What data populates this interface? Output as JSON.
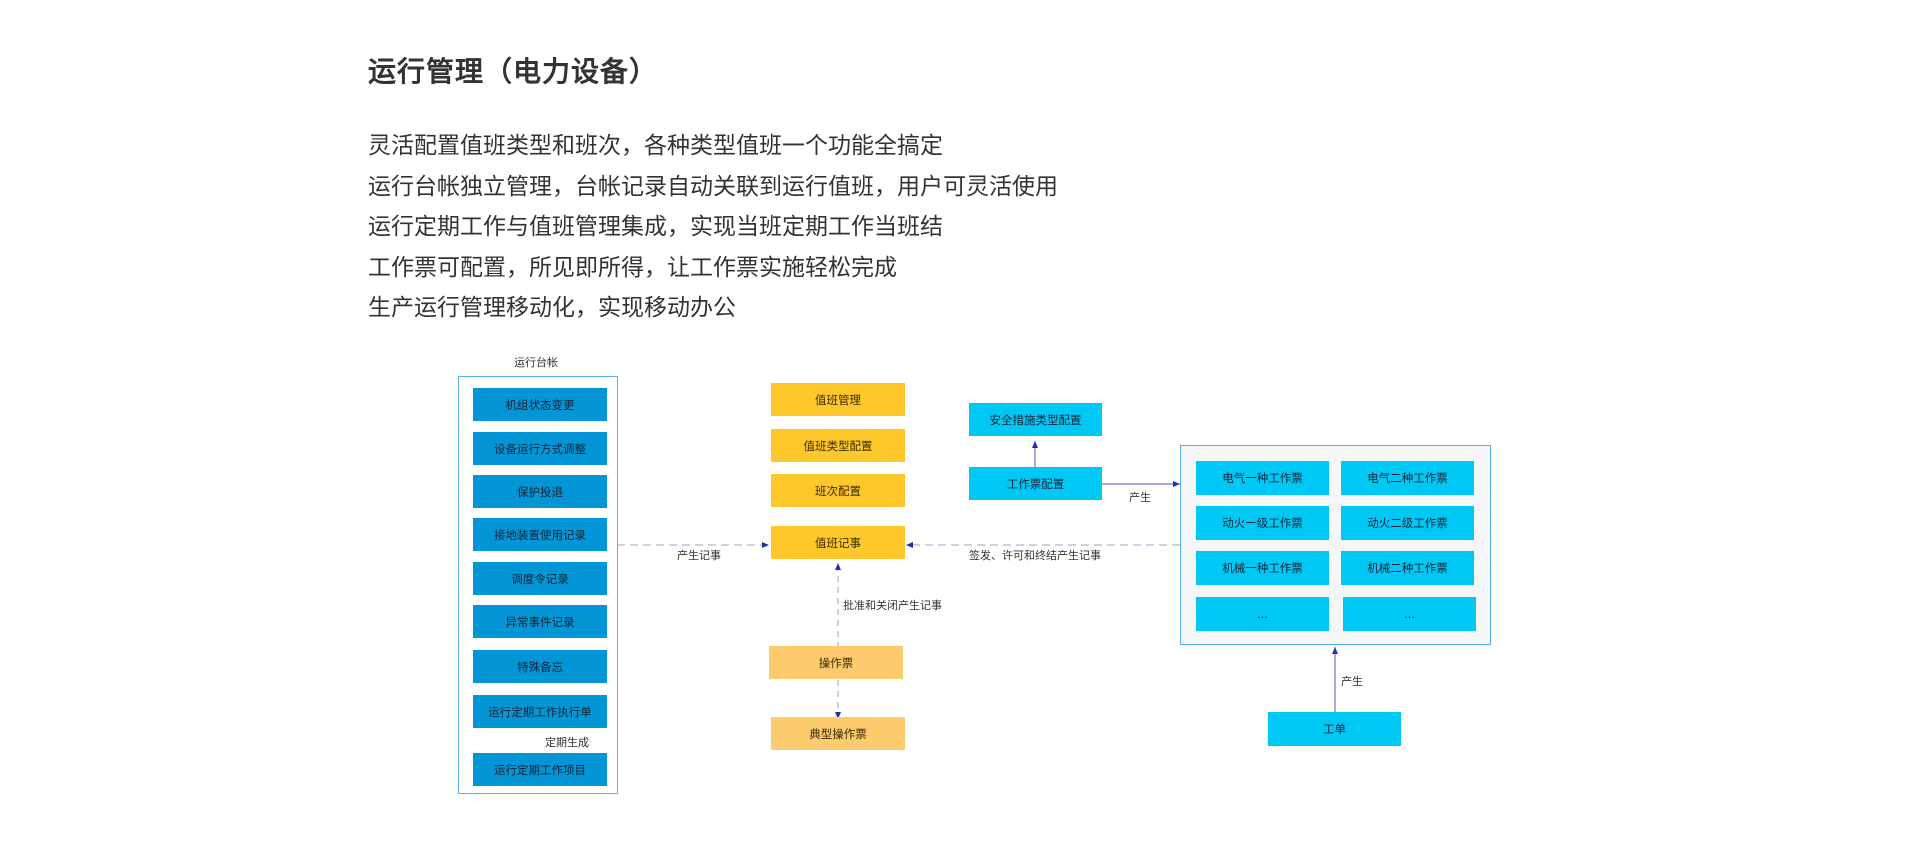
{
  "title": "运行管理（电力设备）",
  "features": [
    "灵活配置值班类型和班次，各种类型值班一个功能全搞定",
    "运行台帐独立管理，台帐记录自动关联到运行值班，用户可灵活使用",
    "运行定期工作与值班管理集成，实现当班定期工作当班结",
    "工作票可配置，所见即所得，让工作票实施轻松完成",
    "生产运行管理移动化，实现移动办公"
  ],
  "diagram": {
    "ledger": {
      "title": "运行台帐",
      "items": [
        "机组状态变更",
        "设备运行方式调整",
        "保护投退",
        "接地装置使用记录",
        "调度令记录",
        "异常事件记录",
        "特殊备忘",
        "运行定期工作执行单"
      ],
      "periodic_label": "定期生成",
      "periodic_item": "运行定期工作项目"
    },
    "duty": {
      "management": "值班管理",
      "type_config": "值班类型配置",
      "shift_config": "班次配置",
      "log": "值班记事"
    },
    "operation": {
      "ticket": "操作票",
      "typical_ticket": "典型操作票",
      "approve_label": "批准和关闭产生记事"
    },
    "work": {
      "safety_config": "安全措施类型配置",
      "ticket_config": "工作票配置",
      "produce_label": "产生",
      "sign_label": "签发、许可和终结产生记事",
      "tickets": [
        "电气一种工作票",
        "电气二种工作票",
        "动火一级工作票",
        "动火二级工作票",
        "机械一种工作票",
        "机械二种工作票",
        "...",
        "..."
      ],
      "order_produce_label": "产生",
      "work_order": "工单"
    },
    "ledger_log_label": "产生记事"
  }
}
